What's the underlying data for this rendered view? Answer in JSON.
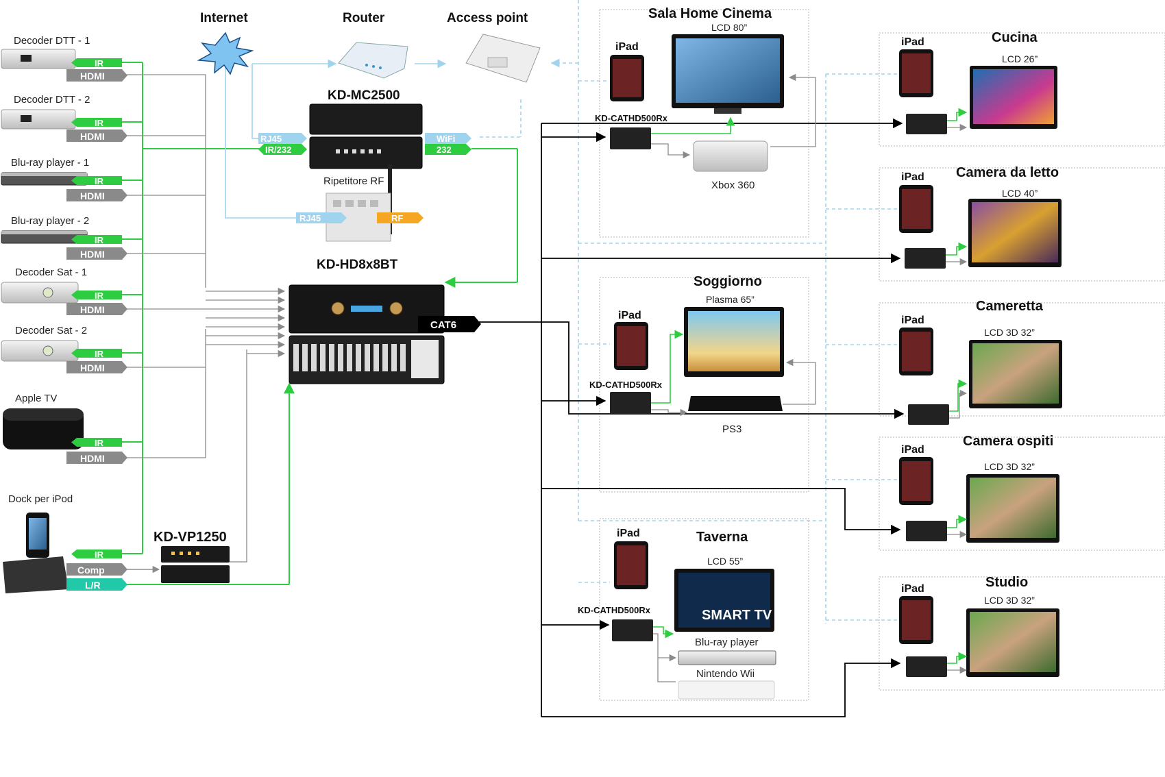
{
  "colors": {
    "ir_green": "#2ecc40",
    "hdmi_grey": "#8a8a8a",
    "cat6_black": "#000000",
    "wifi_blue": "#9fd3ee",
    "rf_orange": "#f5a623",
    "lr_teal": "#22c9a8",
    "room_border": "#b5b5b5",
    "dashed_blue": "#9fd3ee"
  },
  "labels": {
    "ir": "IR",
    "hdmi": "HDMI",
    "comp": "Comp",
    "lr": "L/R",
    "rj45": "RJ45",
    "ir232": "IR/232",
    "wifi": "WiFi",
    "rs232": "232",
    "rf": "RF",
    "cat6": "CAT6",
    "ipad": "iPad",
    "receiver": "KD-CATHD500Rx"
  },
  "network": {
    "internet": "Internet",
    "router": "Router",
    "access_point": "Access point",
    "controller": "KD-MC2500",
    "rf_repeater": "Ripetitore RF",
    "matrix": "KD-HD8x8BT",
    "video_processor": "KD-VP1250"
  },
  "sources": [
    "Decoder DTT - 1",
    "Decoder DTT - 2",
    "Blu-ray player - 1",
    "Blu-ray player - 2",
    "Decoder Sat - 1",
    "Decoder Sat - 2",
    "Apple TV",
    "Dock per iPod"
  ],
  "rooms": {
    "home_cinema": {
      "title": "Sala Home Cinema",
      "display": "LCD 80”",
      "extra": "Xbox 360"
    },
    "soggiorno": {
      "title": "Soggiorno",
      "display": "Plasma 65”",
      "extra": "PS3"
    },
    "taverna": {
      "title": "Taverna",
      "display": "LCD 55”",
      "smart_tv": "SMART TV",
      "extra1": "Blu-ray player",
      "extra2": "Nintendo Wii"
    },
    "cucina": {
      "title": "Cucina",
      "display": "LCD 26”"
    },
    "camera_letto": {
      "title": "Camera da letto",
      "display": "LCD 40”"
    },
    "cameretta": {
      "title": "Cameretta",
      "display": "LCD 3D 32”"
    },
    "camera_ospiti": {
      "title": "Camera ospiti",
      "display": "LCD 3D 32”"
    },
    "studio": {
      "title": "Studio",
      "display": "LCD 3D 32”"
    }
  }
}
